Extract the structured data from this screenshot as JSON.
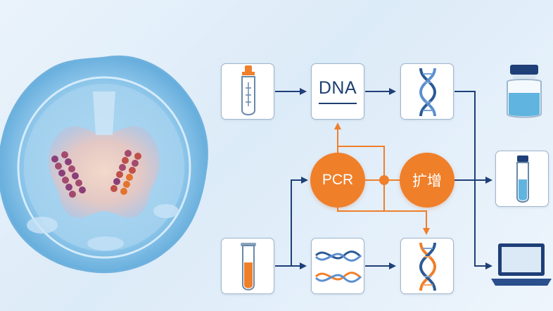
{
  "nodes": {
    "dna_label": "DNA",
    "pcr_label": "PCR",
    "amplify_label": "扩增"
  },
  "colors": {
    "accent_orange": "#f07f2a",
    "arrow_blue": "#1f3f78",
    "card_border": "#9fb6cc",
    "liquid_blue": "#5fb4e0"
  },
  "icons": [
    "cell-illustration",
    "dropper-tube-icon",
    "dna-helix-icon",
    "reagent-bottle-icon",
    "sample-tube-icon",
    "orange-tube-icon",
    "double-helix-icon",
    "laptop-icon"
  ]
}
